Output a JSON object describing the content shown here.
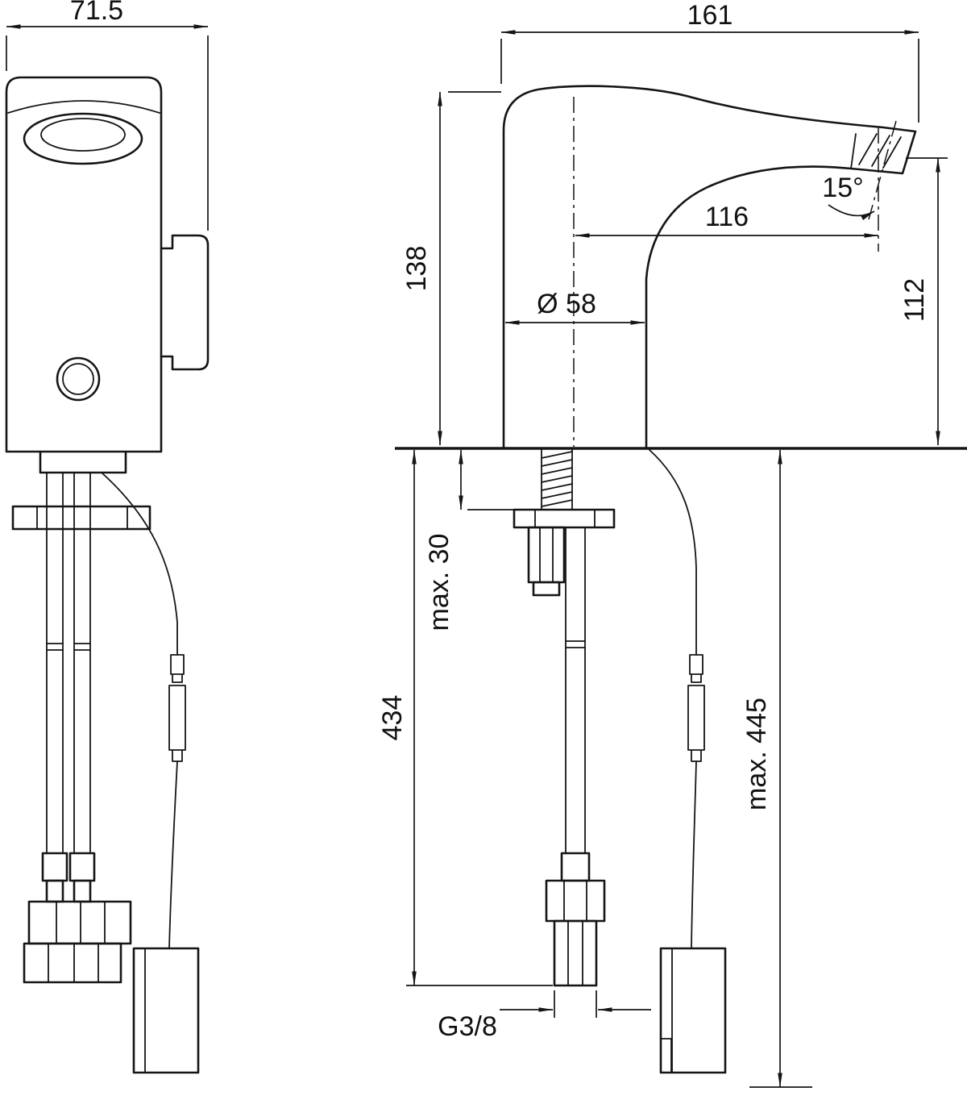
{
  "drawing": {
    "type": "technical-dimension-drawing",
    "subject": "sensor-basin-faucet",
    "views": {
      "left_label": "front-view",
      "right_label": "side-view"
    },
    "dims": {
      "depth": "71.5",
      "length": "161",
      "height": "138",
      "spout_angle": "15°",
      "spout_reach": "116",
      "base_diameter": "Ø 58",
      "outlet_height": "112",
      "deck_thickness": "max. 30",
      "hose_length": "434",
      "cable_length": "max. 445",
      "thread_size": "G3/8"
    },
    "colors": {
      "line": "#151515",
      "background": "#ffffff"
    }
  }
}
